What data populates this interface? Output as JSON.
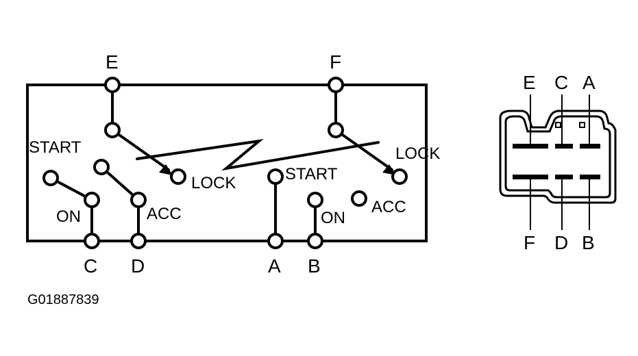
{
  "switch_diagram": {
    "top_terminals": [
      "E",
      "F"
    ],
    "bottom_terminals": [
      "C",
      "D",
      "A",
      "B"
    ],
    "left_positions": {
      "start": "START",
      "on": "ON",
      "acc": "ACC",
      "lock": "LOCK"
    },
    "right_positions": {
      "start": "START",
      "on": "ON",
      "acc": "ACC",
      "lock": "LOCK"
    }
  },
  "connector": {
    "top_labels": [
      "E",
      "C",
      "A"
    ],
    "bottom_labels": [
      "F",
      "D",
      "B"
    ]
  },
  "figure_id": "G01887839"
}
